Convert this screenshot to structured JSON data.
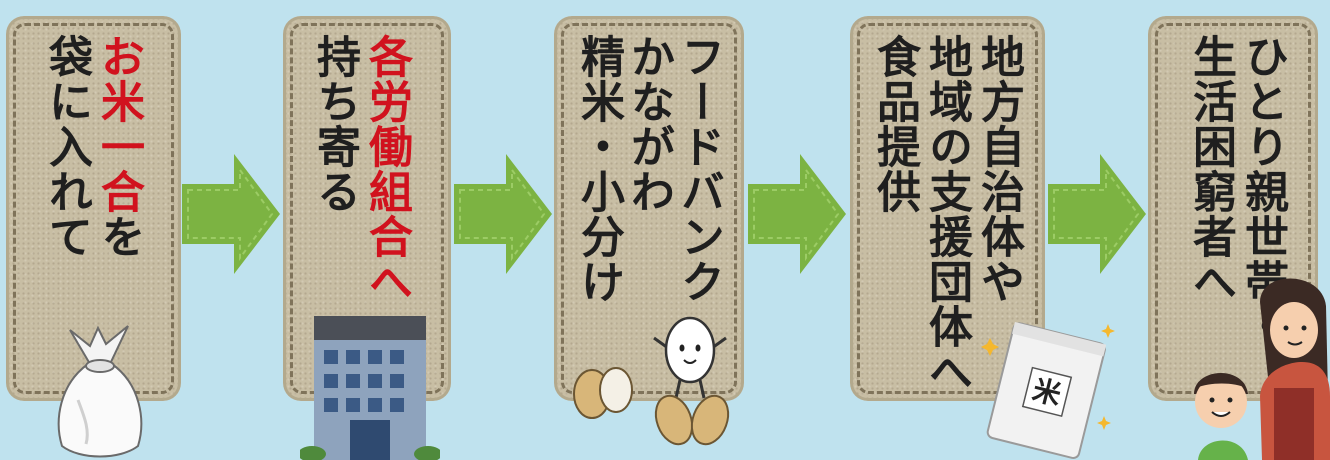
{
  "steps": [
    {
      "id": "rice-in-bag",
      "lines": [
        [
          {
            "text": "お米一合",
            "emphasis": true
          },
          {
            "text": "を",
            "emphasis": false
          }
        ],
        [
          {
            "text": "袋に入れて",
            "emphasis": false
          }
        ]
      ]
    },
    {
      "id": "bring-to-union",
      "lines": [
        [
          {
            "text": "各労働組合へ",
            "emphasis": true
          }
        ],
        [
          {
            "text": "持ち寄る",
            "emphasis": false
          }
        ]
      ]
    },
    {
      "id": "food-bank",
      "lines": [
        [
          {
            "text": "フードバンク",
            "emphasis": false
          }
        ],
        [
          {
            "text": "かながわ",
            "emphasis": false
          }
        ],
        [
          {
            "text": "精米・小分け",
            "emphasis": false
          }
        ]
      ]
    },
    {
      "id": "local-government",
      "lines": [
        [
          {
            "text": "地方自治体や",
            "emphasis": false
          }
        ],
        [
          {
            "text": "地域の支援団体へ",
            "emphasis": false
          }
        ],
        [
          {
            "text": "食品提供",
            "emphasis": false
          }
        ]
      ]
    },
    {
      "id": "households",
      "lines": [
        [
          {
            "text": "ひとり親世帯・",
            "emphasis": false
          }
        ],
        [
          {
            "text": "生活困窮者へ",
            "emphasis": false
          }
        ]
      ]
    }
  ],
  "rice_bag_label": "米",
  "colors": {
    "background": "#bfe2ee",
    "card": "#c8bea4",
    "emphasis_text": "#d1121e",
    "arrow": "#7cb342"
  }
}
